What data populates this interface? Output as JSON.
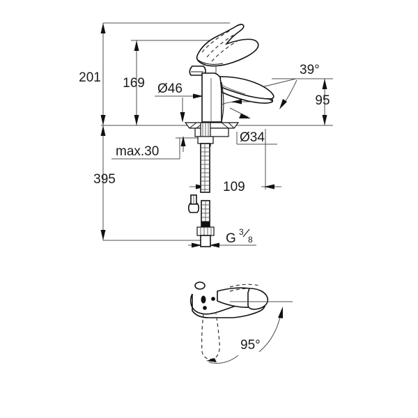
{
  "drawing": {
    "title": "Single-lever basin mixer dimension drawing",
    "background_color": "#ffffff",
    "line_color": "#1a1a1a",
    "text_color": "#1a1a1a"
  },
  "dimensions": {
    "total_height": "201",
    "spout_height": "169",
    "body_diameter": "Ø46",
    "base_diameter": "Ø34",
    "max_deck_thickness": "max.30",
    "hose_length": "395",
    "spout_reach": "109",
    "spout_projection": "95",
    "spout_angle": "39°",
    "thread_size_prefix": "G",
    "thread_numerator": "3",
    "thread_denominator": "8",
    "swivel_angle": "95°"
  },
  "views": {
    "front": {
      "name": "front-elevation-view"
    },
    "top": {
      "name": "top-plan-view"
    }
  },
  "labels": [
    {
      "id": "h201",
      "text": "201"
    },
    {
      "id": "h169",
      "text": "169"
    },
    {
      "id": "d46",
      "text": "Ø46"
    },
    {
      "id": "d34",
      "text": "Ø34"
    },
    {
      "id": "max30",
      "text": "max.30"
    },
    {
      "id": "h395",
      "text": "395"
    },
    {
      "id": "r109",
      "text": "109"
    },
    {
      "id": "p95",
      "text": "95"
    },
    {
      "id": "a39",
      "text": "39°"
    },
    {
      "id": "a95",
      "text": "95°"
    },
    {
      "id": "gthread",
      "text": "G"
    },
    {
      "id": "gnum",
      "text": "3"
    },
    {
      "id": "gden",
      "text": "8"
    }
  ]
}
